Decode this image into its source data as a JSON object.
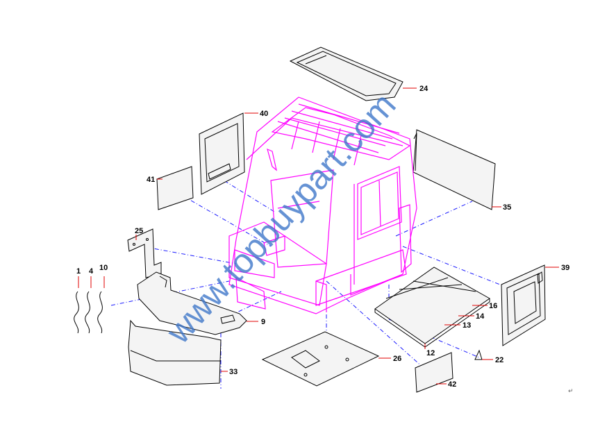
{
  "diagram": {
    "callouts": [
      "1",
      "4",
      "10",
      "24",
      "40",
      "41",
      "25",
      "9",
      "33",
      "26",
      "35",
      "39",
      "16",
      "14",
      "13",
      "12",
      "22",
      "42"
    ],
    "watermark": "www.topbuypart.com",
    "paragraph_mark": "↵"
  }
}
